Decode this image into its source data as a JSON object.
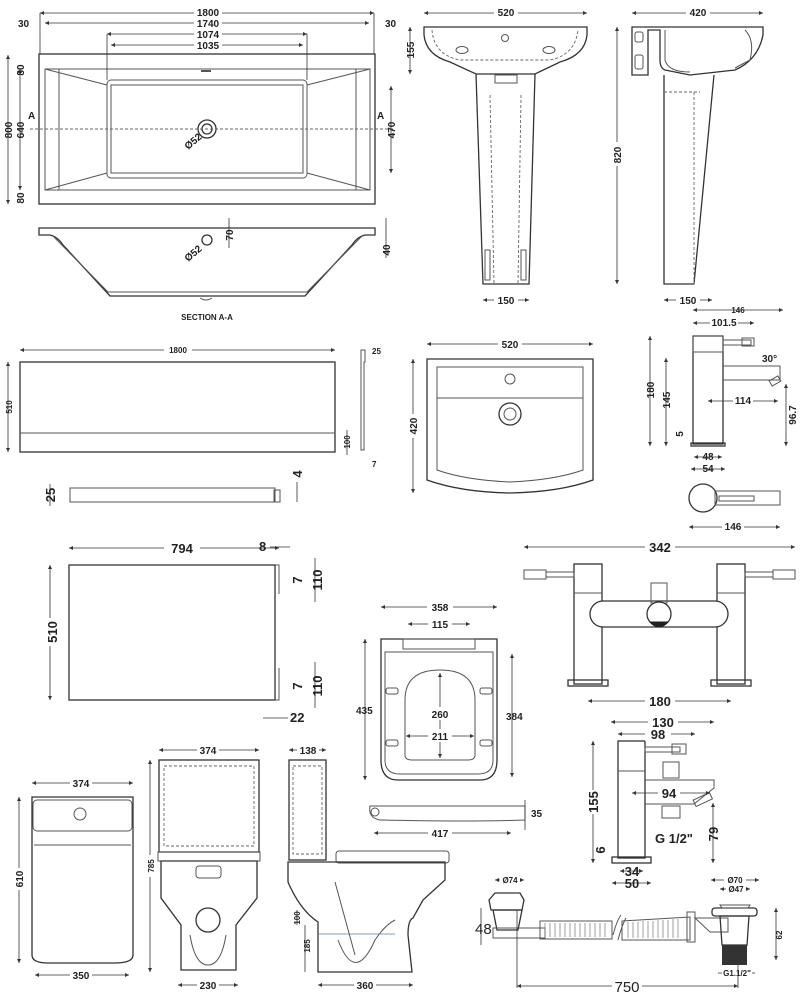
{
  "drawing": {
    "title": "Bathroom suite technical dimension drawing",
    "units": "mm"
  },
  "bath_top": {
    "overall_length": "1800",
    "inner_length": "1740",
    "flat_base_outer": "1074",
    "flat_base_inner": "1035",
    "rim_left": "30",
    "rim_right": "30",
    "overall_width": "800",
    "inner_width": "640",
    "rim_top": "80",
    "rim_bottom": "80",
    "base_width": "470",
    "waste_diameter": "Ø52",
    "section_marker": "A"
  },
  "bath_section": {
    "label": "SECTION A-A",
    "waste_diameter": "Ø52",
    "overflow_offset": "70",
    "rim_thickness": "40"
  },
  "pedestal_basin_front": {
    "width": "520",
    "bowl_depth": "155",
    "pedestal_base": "150"
  },
  "pedestal_basin_side": {
    "depth": "420",
    "height": "820",
    "pedestal_base": "150"
  },
  "bath_front_panel": {
    "length": "1800",
    "height": "510",
    "plinth_height": "100",
    "thickness_top": "25",
    "thickness_bottom": "7",
    "plan_thickness": "25",
    "plan_lip": "4"
  },
  "countertop_basin": {
    "width": "520",
    "depth": "420"
  },
  "basin_mixer": {
    "overall_depth": "146",
    "lever_reach": "101.5",
    "height": "180",
    "spout_height": "145",
    "spout_reach": "114",
    "angle": "30°",
    "outlet_height": "96.7",
    "base_plate": "5",
    "body_diameter": "48",
    "base_diameter": "54",
    "plan_depth": "146"
  },
  "bath_end_panel": {
    "length": "794",
    "height": "510",
    "top_return": "8",
    "notch_top": "7",
    "notch_top_height": "110",
    "notch_bottom": "7",
    "notch_bottom_height": "110",
    "return_depth": "22"
  },
  "toilet_seat": {
    "width": "358",
    "hinge_spacing": "115",
    "length": "435",
    "inner_length": "384",
    "opening_length": "260",
    "opening_width": "211",
    "side_length": "417",
    "thickness": "35"
  },
  "bath_filler": {
    "overall_width": "342",
    "centres": "180"
  },
  "bath_shower_mixer": {
    "overall_depth": "130",
    "lever_reach": "98",
    "height": "155",
    "spout_reach": "94",
    "spout_height": "79",
    "base_plate": "6",
    "body_width": "34",
    "base_width": "50",
    "thread": "G 1/2\""
  },
  "toilet_plan": {
    "width": "374",
    "depth": "610",
    "base_width": "350"
  },
  "toilet_front": {
    "width": "374",
    "height": "785",
    "base_width": "230"
  },
  "toilet_side": {
    "cistern_depth": "138",
    "outlet_height_top": "100",
    "outlet_height": "185",
    "base_depth": "360"
  },
  "bath_waste": {
    "overflow_diameter": "Ø74",
    "overflow_height": "48",
    "plug_diameter": "Ø70",
    "plug_inner_diameter": "Ø47",
    "waste_height": "62",
    "thread": "G1.1/2\"",
    "pipe_length": "750"
  }
}
